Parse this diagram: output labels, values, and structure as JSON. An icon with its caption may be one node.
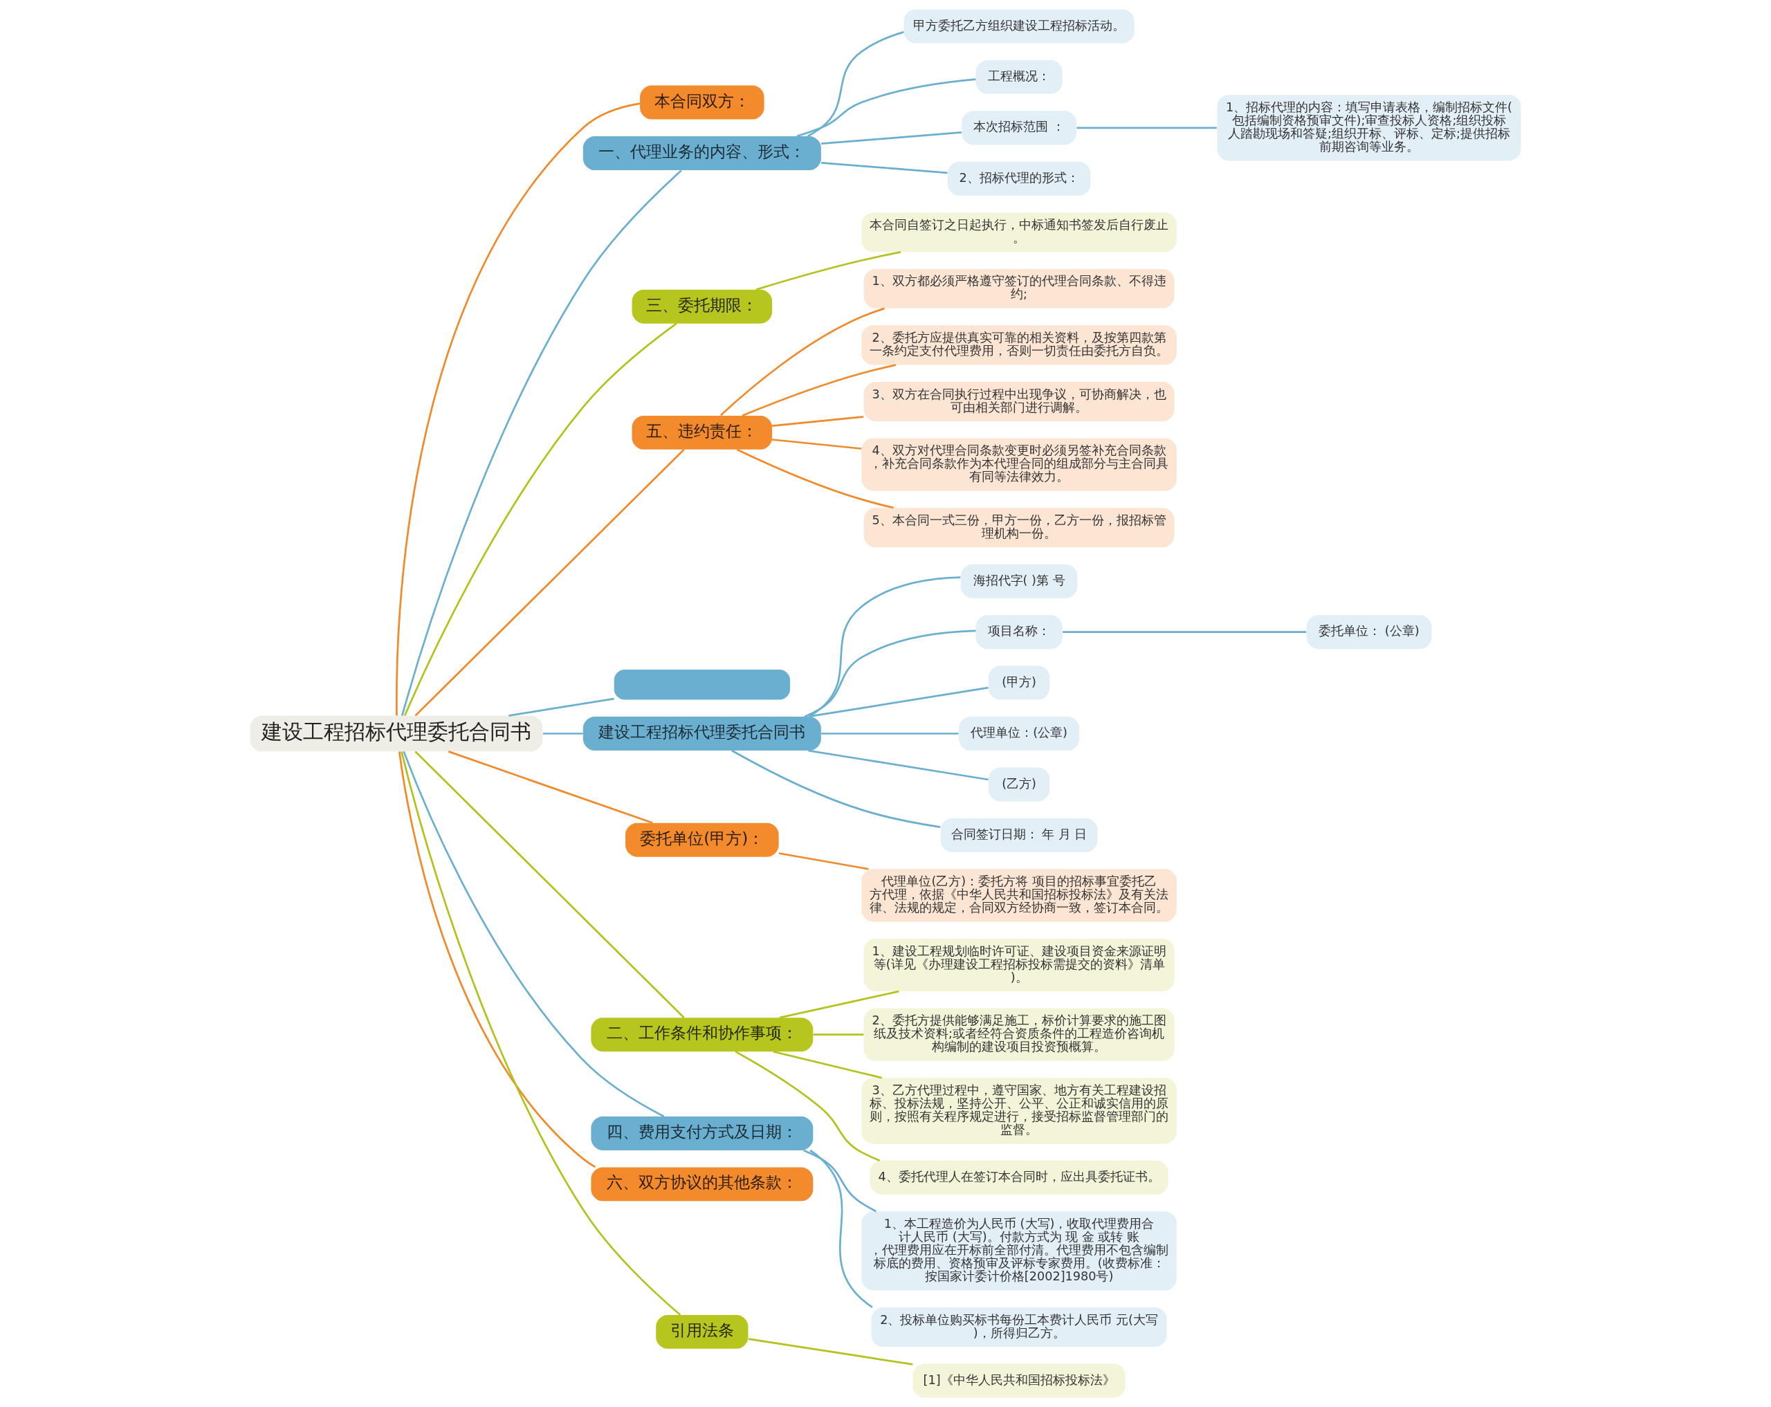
{
  "diagram": {
    "nodes": [
      {
        "text": [
          "建设工程招标代理委托合同书"
        ]
      },
      {
        "text": [
          "本合同双方："
        ]
      },
      {
        "text": [
          "一、代理业务的内容、形式："
        ]
      },
      {
        "text": [
          "甲方委托乙方组织建设工程招标活动。"
        ]
      },
      {
        "text": [
          "工程概况："
        ]
      },
      {
        "text": [
          "本次招标范围 ："
        ]
      },
      {
        "text": [
          "1、招标代理的内容：填写申请表格，编制招标文件(包括编制资格预审文件);审查投标人资格;组织投标人踏勘现场和答疑;组织开标、评标、定标;提供招标前期咨询等业务。"
        ]
      },
      {
        "text": [
          "2、招标代理的形式："
        ]
      },
      {
        "text": [
          "三、委托期限："
        ]
      },
      {
        "text": [
          "本合同自签订之日起执行，中标通知书签发后自行废止。"
        ]
      },
      {
        "text": [
          "五、违约责任："
        ]
      },
      {
        "text": [
          "1、双方都必须严格遵守签订的代理合同条款、不得违约;"
        ]
      },
      {
        "text": [
          "2、委托方应提供真实可靠的相关资料，及按第四款第一条约定支付代理费用，否则一切责任由委托方自负。"
        ]
      },
      {
        "text": [
          "3、双方在合同执行过程中出现争议，可协商解决，也可由相关部门进行调解。"
        ]
      },
      {
        "text": [
          "4、双方对代理合同条款变更时必须另签补充合同条款，补充合同条款作为本代理合同的组成部分与主合同具有同等法律效力。"
        ]
      },
      {
        "text": [
          "5、本合同一式三份，甲方一份，乙方一份，报招标管理机构一份。"
        ]
      },
      {
        "text": [],
        "shape": "box"
      },
      {
        "text": [
          "建设工程招标代理委托合同书"
        ]
      },
      {
        "text": [
          "海招代字( )第 号"
        ]
      },
      {
        "text": [
          "项目名称："
        ]
      },
      {
        "text": [
          "委托单位： (公章)"
        ]
      },
      {
        "text": [
          "(甲方)"
        ]
      },
      {
        "text": [
          "代理单位：(公章)"
        ]
      },
      {
        "text": [
          "(乙方)"
        ]
      },
      {
        "text": [
          "合同签订日期： 年 月 日"
        ]
      },
      {
        "text": [
          "委托单位(甲方)："
        ]
      },
      {
        "text": [
          "代理单位(乙方)：委托方将 项目的招标事宜委托乙方代理，依据《中华人民共和国招标投标法》及有关法律、法规的规定，合同双方经协商一致，签订本合同。"
        ]
      },
      {
        "text": [
          "二、工作条件和协作事项："
        ]
      },
      {
        "text": [
          "1、建设工程规划临时许可证、建设项目资金来源证明等(详见《办理建设工程招标投标需提交的资料》清单)。"
        ]
      },
      {
        "text": [
          "2、委托方提供能够满足施工，标价计算要求的施工图纸及技术资料;或者经符合资质条件的工程造价咨询机构编制的建设项目投资预概算。"
        ]
      },
      {
        "text": [
          "3、乙方代理过程中，遵守国家、地方有关工程建设招标、投标法规，坚持公开、公平、公正和诚实信用的原则，按照有关程序规定进行，接受招标监督管理部门的监督。"
        ]
      },
      {
        "text": [
          "4、委托代理人在签订本合同时，应出具委托证书。"
        ]
      },
      {
        "text": [
          "四、费用支付方式及日期："
        ]
      },
      {
        "text": [
          "1、本工程造价为人民币 (大写)，收取代理费用合计人民币 (大写)。付款方式为 现 金 或转 账，代理费用应在开标前全部付清。代理费用不包含编制标底的费用、资格预审及评标专家费用。(收费标准：按国家计委计价格[2002]1980号)"
        ]
      },
      {
        "text": [
          "2、投标单位购买标书每份工本费计人民币 元(大写)，所得归乙方。"
        ]
      },
      {
        "text": [
          "六、双方协议的其他条款："
        ]
      },
      {
        "text": [
          "引用法条"
        ]
      },
      {
        "text": [
          "[1]《中华人民共和国招标投标法》"
        ]
      }
    ],
    "edges": [
      {
        "from": 0,
        "to": 1,
        "arrow": "none",
        "color": "#f08a2a"
      },
      {
        "from": 0,
        "to": 2,
        "arrow": "none"
      },
      {
        "from": 2,
        "to": 3,
        "arrow": "none"
      },
      {
        "from": 2,
        "to": 4,
        "arrow": "none"
      },
      {
        "from": 2,
        "to": 5,
        "arrow": "none"
      },
      {
        "from": 5,
        "to": 6,
        "arrow": "none"
      },
      {
        "from": 2,
        "to": 7,
        "arrow": "none"
      },
      {
        "from": 0,
        "to": 8,
        "arrow": "none",
        "color": "#b3c21c"
      },
      {
        "from": 8,
        "to": 9,
        "arrow": "none",
        "color": "#b3c21c"
      },
      {
        "from": 0,
        "to": 10,
        "arrow": "none",
        "color": "#f08a2a"
      },
      {
        "from": 10,
        "to": 11,
        "arrow": "none",
        "color": "#f08a2a"
      },
      {
        "from": 10,
        "to": 12,
        "arrow": "none",
        "color": "#f08a2a"
      },
      {
        "from": 10,
        "to": 13,
        "arrow": "none",
        "color": "#f08a2a"
      },
      {
        "from": 10,
        "to": 14,
        "arrow": "none",
        "color": "#f08a2a"
      },
      {
        "from": 10,
        "to": 15,
        "arrow": "none",
        "color": "#f08a2a"
      },
      {
        "from": 0,
        "to": 16,
        "arrow": "none"
      },
      {
        "from": 0,
        "to": 17,
        "arrow": "none"
      },
      {
        "from": 17,
        "to": 18,
        "arrow": "none"
      },
      {
        "from": 17,
        "to": 19,
        "arrow": "none"
      },
      {
        "from": 19,
        "to": 20,
        "arrow": "none"
      },
      {
        "from": 17,
        "to": 21,
        "arrow": "none"
      },
      {
        "from": 17,
        "to": 22,
        "arrow": "none"
      },
      {
        "from": 17,
        "to": 23,
        "arrow": "none"
      },
      {
        "from": 17,
        "to": 24,
        "arrow": "none"
      },
      {
        "from": 0,
        "to": 25,
        "arrow": "none",
        "color": "#f08a2a"
      },
      {
        "from": 25,
        "to": 26,
        "arrow": "none",
        "color": "#f08a2a"
      },
      {
        "from": 0,
        "to": 27,
        "arrow": "none",
        "color": "#b3c21c"
      },
      {
        "from": 27,
        "to": 28,
        "arrow": "none",
        "color": "#b3c21c"
      },
      {
        "from": 27,
        "to": 29,
        "arrow": "none",
        "color": "#b3c21c"
      },
      {
        "from": 27,
        "to": 30,
        "arrow": "none",
        "color": "#b3c21c"
      },
      {
        "from": 27,
        "to": 31,
        "arrow": "none",
        "color": "#b3c21c"
      },
      {
        "from": 0,
        "to": 32,
        "arrow": "none"
      },
      {
        "from": 32,
        "to": 33,
        "arrow": "none"
      },
      {
        "from": 32,
        "to": 34,
        "arrow": "none"
      },
      {
        "from": 0,
        "to": 35,
        "arrow": "none",
        "color": "#f08a2a"
      },
      {
        "from": 0,
        "to": 36,
        "arrow": "none",
        "color": "#b3c21c"
      },
      {
        "from": 36,
        "to": 37,
        "arrow": "none",
        "color": "#b3c21c"
      }
    ]
  }
}
